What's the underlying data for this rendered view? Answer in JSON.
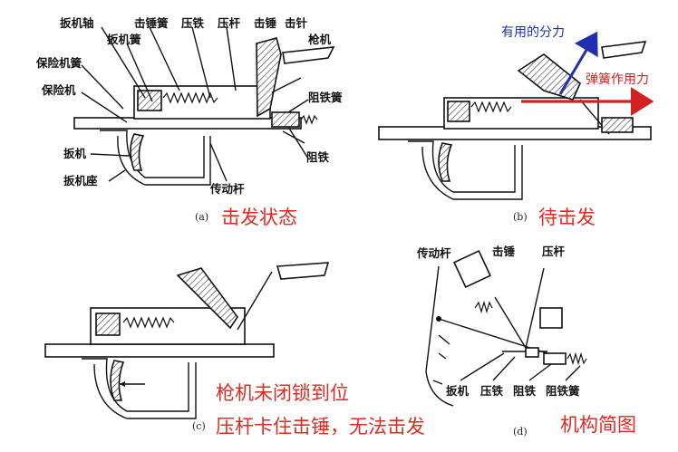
{
  "panel_a": {
    "caption": "(a)",
    "title": "击发状态",
    "labels": {
      "trigger_axle": "扳机轴",
      "trigger_spring": "扳机簧",
      "hammer_spring": "击锤簧",
      "sear": "压铁",
      "press_rod": "压杆",
      "hammer": "击锤",
      "firing_pin": "击针",
      "bolt": "枪机",
      "safety_spring": "保险机簧",
      "safety": "保险机",
      "stop_spring": "阻铁簧",
      "trigger": "扳机",
      "stop": "阻铁",
      "trigger_base": "扳机座",
      "transmission_rod": "传动杆"
    }
  },
  "panel_b": {
    "caption": "(b)",
    "title": "待击发",
    "useful_force": "有用的分力",
    "spring_force": "弹簧作用力"
  },
  "panel_c": {
    "caption": "(c)",
    "line1": "枪机未闭锁到位",
    "line2": "压杆卡住击锤，无法击发"
  },
  "panel_d": {
    "caption": "(d)",
    "title": "机构简图",
    "labels": {
      "transmission_rod": "传动杆",
      "hammer": "击锤",
      "press_rod": "压杆",
      "trigger": "扳机",
      "sear": "压铁",
      "stop": "阻铁",
      "stop_spring": "阻铁簧"
    }
  },
  "colors": {
    "annotation_red": "#e12a22",
    "force_blue": "#1f2fb0"
  }
}
